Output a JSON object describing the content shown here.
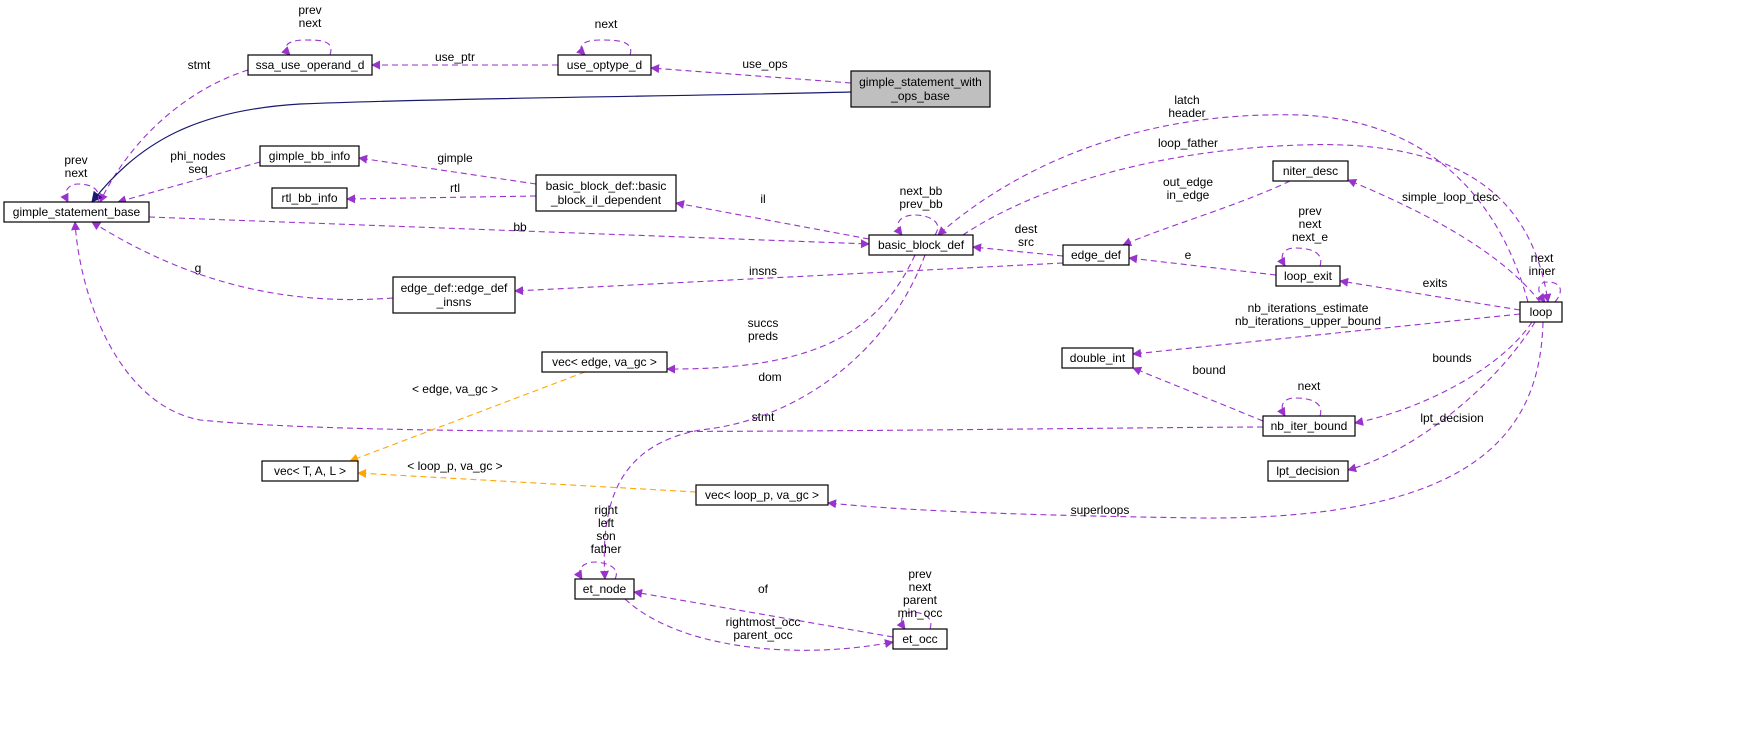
{
  "colors": {
    "reference": "#9a32cd",
    "inheritance": "#191970",
    "template": "#ffa500",
    "focus_fill": "#bfbfbf"
  },
  "nodes": [
    {
      "id": "gimple_statement_with_ops_base",
      "lines": [
        "gimple_statement_with",
        "_ops_base"
      ],
      "focus": true
    },
    {
      "id": "use_optype_d",
      "lines": [
        "use_optype_d"
      ]
    },
    {
      "id": "ssa_use_operand_d",
      "lines": [
        "ssa_use_operand_d"
      ]
    },
    {
      "id": "gimple_statement_base",
      "lines": [
        "gimple_statement_base"
      ]
    },
    {
      "id": "gimple_bb_info",
      "lines": [
        "gimple_bb_info"
      ]
    },
    {
      "id": "rtl_bb_info",
      "lines": [
        "rtl_bb_info"
      ]
    },
    {
      "id": "basic_block_il_dependent",
      "lines": [
        "basic_block_def::basic",
        "_block_il_dependent"
      ]
    },
    {
      "id": "basic_block_def",
      "lines": [
        "basic_block_def"
      ]
    },
    {
      "id": "edge_def_insns",
      "lines": [
        "edge_def::edge_def",
        "_insns"
      ]
    },
    {
      "id": "edge_def",
      "lines": [
        "edge_def"
      ]
    },
    {
      "id": "niter_desc",
      "lines": [
        "niter_desc"
      ]
    },
    {
      "id": "loop_exit",
      "lines": [
        "loop_exit"
      ]
    },
    {
      "id": "loop",
      "lines": [
        "loop"
      ]
    },
    {
      "id": "vec_edge",
      "lines": [
        "vec< edge, va_gc >"
      ]
    },
    {
      "id": "double_int",
      "lines": [
        "double_int"
      ]
    },
    {
      "id": "nb_iter_bound",
      "lines": [
        "nb_iter_bound"
      ]
    },
    {
      "id": "vec_TAL",
      "lines": [
        "vec< T, A, L >"
      ]
    },
    {
      "id": "lpt_decision",
      "lines": [
        "lpt_decision"
      ]
    },
    {
      "id": "vec_loop_p",
      "lines": [
        "vec< loop_p, va_gc >"
      ]
    },
    {
      "id": "et_node",
      "lines": [
        "et_node"
      ]
    },
    {
      "id": "et_occ",
      "lines": [
        "et_occ"
      ]
    }
  ],
  "edges": [
    {
      "kind": "reference",
      "from": "ssa_use_operand_d",
      "to": "ssa_use_operand_d",
      "labels": [
        "prev",
        "next"
      ]
    },
    {
      "kind": "reference",
      "from": "use_optype_d",
      "to": "use_optype_d",
      "labels": [
        "next"
      ]
    },
    {
      "kind": "reference",
      "from": "use_optype_d",
      "to": "ssa_use_operand_d",
      "labels": [
        "use_ptr"
      ]
    },
    {
      "kind": "reference",
      "from": "gimple_statement_with_ops_base",
      "to": "use_optype_d",
      "labels": [
        "use_ops"
      ]
    },
    {
      "kind": "reference",
      "from": "ssa_use_operand_d",
      "to": "gimple_statement_base",
      "labels": [
        "stmt"
      ]
    },
    {
      "kind": "inheritance",
      "from": "gimple_statement_with_ops_base",
      "to": "gimple_statement_base",
      "labels": []
    },
    {
      "kind": "reference",
      "from": "gimple_statement_base",
      "to": "gimple_statement_base",
      "labels": [
        "prev",
        "next"
      ]
    },
    {
      "kind": "reference",
      "from": "gimple_bb_info",
      "to": "gimple_statement_base",
      "labels": [
        "phi_nodes",
        "seq"
      ]
    },
    {
      "kind": "reference",
      "from": "basic_block_il_dependent",
      "to": "gimple_bb_info",
      "labels": [
        "gimple"
      ]
    },
    {
      "kind": "reference",
      "from": "basic_block_il_dependent",
      "to": "rtl_bb_info",
      "labels": [
        "rtl"
      ]
    },
    {
      "kind": "reference",
      "from": "basic_block_def",
      "to": "basic_block_il_dependent",
      "labels": [
        "il"
      ]
    },
    {
      "kind": "reference",
      "from": "gimple_statement_base",
      "to": "basic_block_def",
      "labels": [
        "bb"
      ]
    },
    {
      "kind": "reference",
      "from": "basic_block_def",
      "to": "basic_block_def",
      "labels": [
        "next_bb",
        "prev_bb"
      ]
    },
    {
      "kind": "reference",
      "from": "loop",
      "to": "basic_block_def",
      "labels": [
        "latch",
        "header"
      ]
    },
    {
      "kind": "reference",
      "from": "basic_block_def",
      "to": "loop",
      "labels": [
        "loop_father"
      ]
    },
    {
      "kind": "reference",
      "from": "edge_def",
      "to": "basic_block_def",
      "labels": [
        "dest",
        "src"
      ]
    },
    {
      "kind": "reference",
      "from": "niter_desc",
      "to": "edge_def",
      "labels": [
        "out_edge",
        "in_edge"
      ]
    },
    {
      "kind": "reference",
      "from": "loop",
      "to": "niter_desc",
      "labels": [
        "simple_loop_desc"
      ]
    },
    {
      "kind": "reference",
      "from": "loop_exit",
      "to": "loop_exit",
      "labels": [
        "prev",
        "next",
        "next_e"
      ]
    },
    {
      "kind": "reference",
      "from": "loop_exit",
      "to": "edge_def",
      "labels": [
        "e"
      ]
    },
    {
      "kind": "reference",
      "from": "loop",
      "to": "loop",
      "labels": [
        "next",
        "inner"
      ]
    },
    {
      "kind": "reference",
      "from": "loop",
      "to": "loop_exit",
      "labels": [
        "exits"
      ]
    },
    {
      "kind": "reference",
      "from": "edge_def",
      "to": "edge_def_insns",
      "labels": [
        "insns"
      ]
    },
    {
      "kind": "reference",
      "from": "edge_def_insns",
      "to": "gimple_statement_base",
      "labels": [
        "g"
      ]
    },
    {
      "kind": "reference",
      "from": "basic_block_def",
      "to": "vec_edge",
      "labels": [
        "succs",
        "preds"
      ]
    },
    {
      "kind": "reference",
      "from": "loop",
      "to": "double_int",
      "labels": [
        "nb_iterations_estimate",
        "nb_iterations_upper_bound"
      ]
    },
    {
      "kind": "reference",
      "from": "nb_iter_bound",
      "to": "double_int",
      "labels": [
        "bound"
      ]
    },
    {
      "kind": "reference",
      "from": "nb_iter_bound",
      "to": "nb_iter_bound",
      "labels": [
        "next"
      ]
    },
    {
      "kind": "reference",
      "from": "loop",
      "to": "nb_iter_bound",
      "labels": [
        "bounds"
      ]
    },
    {
      "kind": "reference",
      "from": "nb_iter_bound",
      "to": "gimple_statement_base",
      "labels": [
        "stmt"
      ]
    },
    {
      "kind": "template",
      "from": "vec_edge",
      "to": "vec_TAL",
      "labels": [
        "< edge, va_gc >"
      ]
    },
    {
      "kind": "reference",
      "from": "basic_block_def",
      "to": "et_node",
      "labels": [
        "dom"
      ]
    },
    {
      "kind": "reference",
      "from": "loop",
      "to": "lpt_decision",
      "labels": [
        "lpt_decision"
      ]
    },
    {
      "kind": "template",
      "from": "vec_loop_p",
      "to": "vec_TAL",
      "labels": [
        "< loop_p, va_gc >"
      ]
    },
    {
      "kind": "reference",
      "from": "loop",
      "to": "vec_loop_p",
      "labels": [
        "superloops"
      ]
    },
    {
      "kind": "reference",
      "from": "et_node",
      "to": "et_node",
      "labels": [
        "right",
        "left",
        "son",
        "father"
      ]
    },
    {
      "kind": "reference",
      "from": "et_occ",
      "to": "et_node",
      "labels": [
        "of"
      ]
    },
    {
      "kind": "reference",
      "from": "et_occ",
      "to": "et_occ",
      "labels": [
        "prev",
        "next",
        "parent",
        "min_occ"
      ]
    },
    {
      "kind": "reference",
      "from": "et_node",
      "to": "et_occ",
      "labels": [
        "rightmost_occ",
        "parent_occ"
      ]
    }
  ]
}
